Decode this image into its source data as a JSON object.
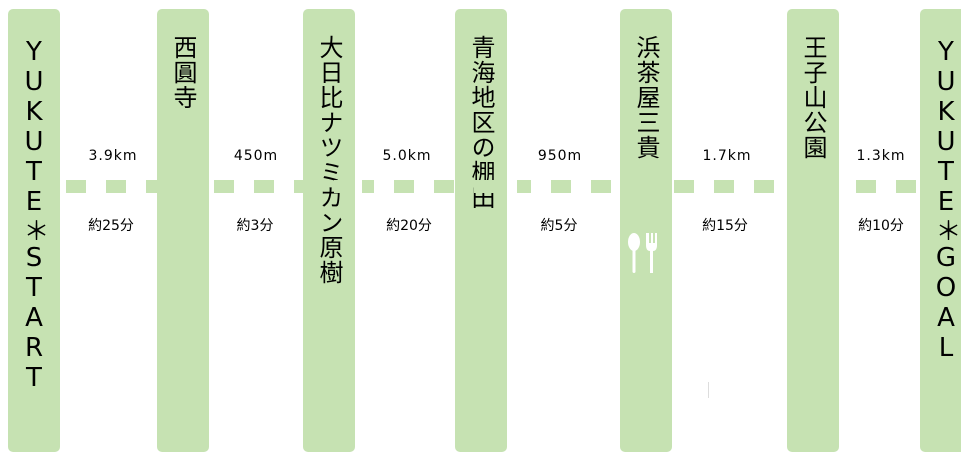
{
  "stops": [
    {
      "id": "start",
      "label": "YUKUTE＊START"
    },
    {
      "id": "nishi",
      "label": "西圓寺"
    },
    {
      "id": "natsumikan",
      "label": "大日比ナツミカン原樹"
    },
    {
      "id": "tanada",
      "label": "青海地区の棚田"
    },
    {
      "id": "hamachaya",
      "label": "浜茶屋三貴"
    },
    {
      "id": "ojiyama",
      "label": "王子山公園"
    },
    {
      "id": "goal",
      "label": "YUKUTE＊GOAL"
    }
  ],
  "legs": [
    {
      "distance": "3.9km",
      "time": "約25分"
    },
    {
      "distance": "450m",
      "time": "約3分"
    },
    {
      "distance": "5.0km",
      "time": "約20分"
    },
    {
      "distance": "950m",
      "time": "約5分"
    },
    {
      "distance": "1.7km",
      "time": "約15分"
    },
    {
      "distance": "1.3km",
      "time": "約10分"
    }
  ],
  "icons": {
    "restaurant": "fork-spoon-icon"
  },
  "colors": {
    "column": "#c6e2b2",
    "text": "#000000"
  }
}
